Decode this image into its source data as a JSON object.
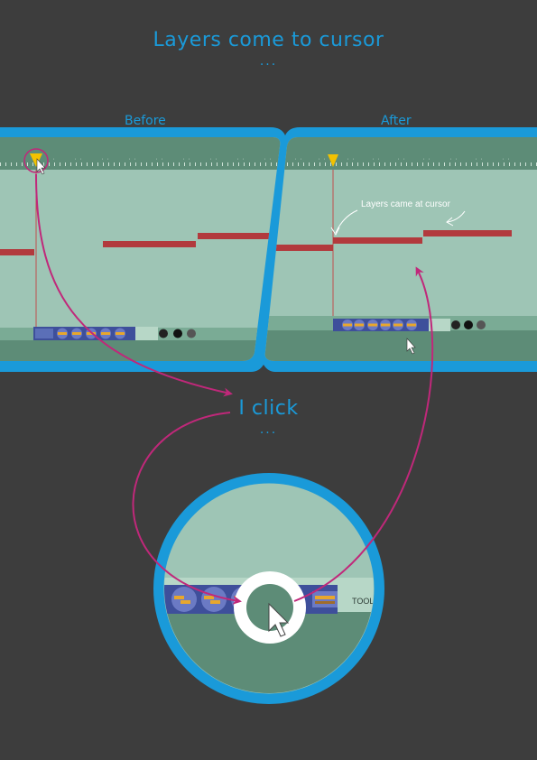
{
  "header": {
    "title": "Layers come to cursor",
    "ellipsis": "..."
  },
  "panels": {
    "before_label": "Before",
    "after_label": "After",
    "after_annotation": "Layers came at cursor"
  },
  "click": {
    "label": "I click",
    "ellipsis": "..."
  },
  "zoom": {
    "tools_label": "TOOLS"
  },
  "colors": {
    "background": "#3d3d3d",
    "accent_blue": "#1a9ad9",
    "ruler": "#5d8c77",
    "canvas": "#9ec5b5",
    "layer_bar": "#b23a3d",
    "arrow": "#c0287a",
    "playhead": "#f2c200"
  }
}
